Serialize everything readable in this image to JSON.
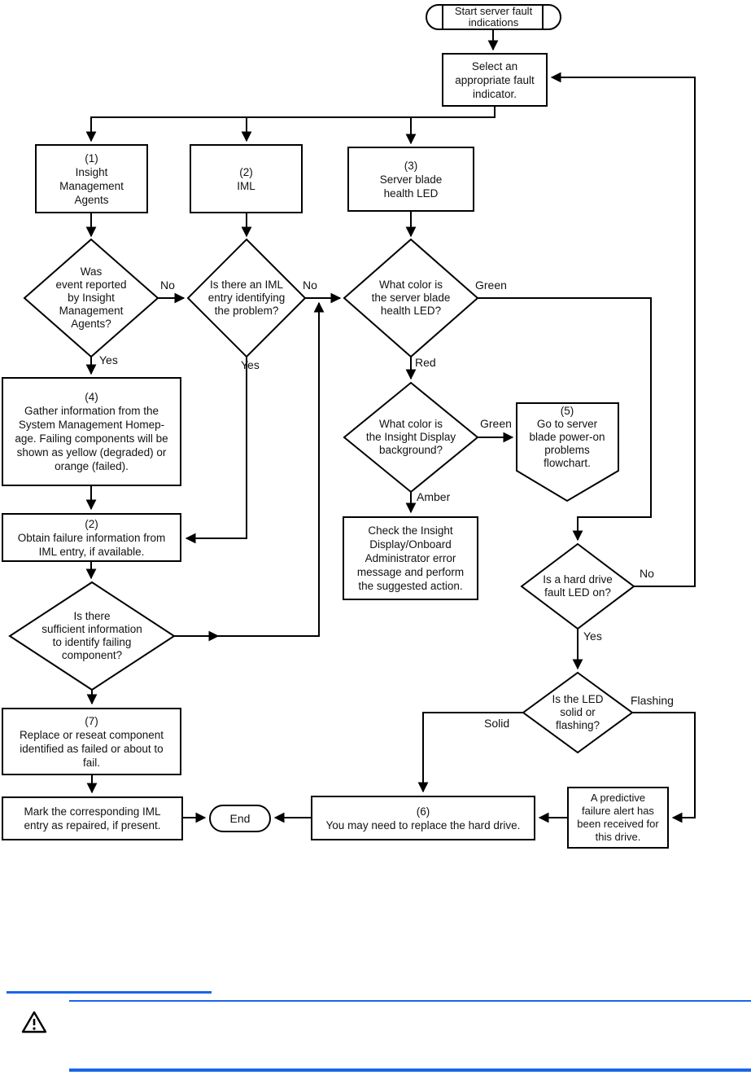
{
  "flowchart": {
    "line_color": "#000000",
    "nodes": {
      "start": {
        "label": "Start server fault\nindications"
      },
      "select": {
        "label": "Select an\nappropriate fault\nindicator."
      },
      "b1": {
        "label": "(1)\nInsight\nManagement\nAgents"
      },
      "b2": {
        "label": "(2)\nIML"
      },
      "b3": {
        "label": "(3)\nServer blade\nhealth LED"
      },
      "d1": {
        "label": "Was\nevent reported\nby Insight\nManagement\nAgents?"
      },
      "d2": {
        "label": "Is there an IML\nentry identifying\nthe problem?"
      },
      "d3": {
        "label": "What color is\nthe server blade\nhealth LED?"
      },
      "b4": {
        "label": "(4)\nGather information from the\nSystem Management Homep-\nage. Failing components will be\nshown as yellow (degraded) or\norange (failed)."
      },
      "b2b": {
        "label": "(2)\nObtain failure information from\nIML entry, if available."
      },
      "d4": {
        "label": "Is there\nsufficient information\nto identify failing\ncomponent?"
      },
      "b7": {
        "label": "(7)\nReplace or reseat component\nidentified as failed or about to\nfail."
      },
      "mark": {
        "label": "Mark the corresponding IML\nentry as repaired, if present."
      },
      "end": {
        "label": "End"
      },
      "d5": {
        "label": "What color is\nthe Insight Display\nbackground?"
      },
      "b5": {
        "label": "(5)\nGo to server\nblade power-on\nproblems\nflowchart."
      },
      "check": {
        "label": "Check the Insight\nDisplay/Onboard\nAdministrator error\nmessage and perform\nthe suggested action."
      },
      "d6": {
        "label": "Is a hard drive\nfault LED on?"
      },
      "d7": {
        "label": "Is the LED\nsolid or\nflashing?"
      },
      "b6": {
        "label": "(6)\nYou may need to replace the hard drive."
      },
      "predictive": {
        "label": "A predictive\nfailure alert has\nbeen received for\nthis drive."
      }
    },
    "edge_labels": {
      "d1_no": "No",
      "d1_yes": "Yes",
      "d2_no": "No",
      "d2_yes": "Yes",
      "d3_green": "Green",
      "d3_red": "Red",
      "d5_green": "Green",
      "d5_amber": "Amber",
      "d6_no": "No",
      "d6_yes": "Yes",
      "d7_solid": "Solid",
      "d7_flashing": "Flashing"
    }
  },
  "footer": {
    "rule_color": "#1a66e8",
    "warning_icon": "warning-triangle"
  }
}
